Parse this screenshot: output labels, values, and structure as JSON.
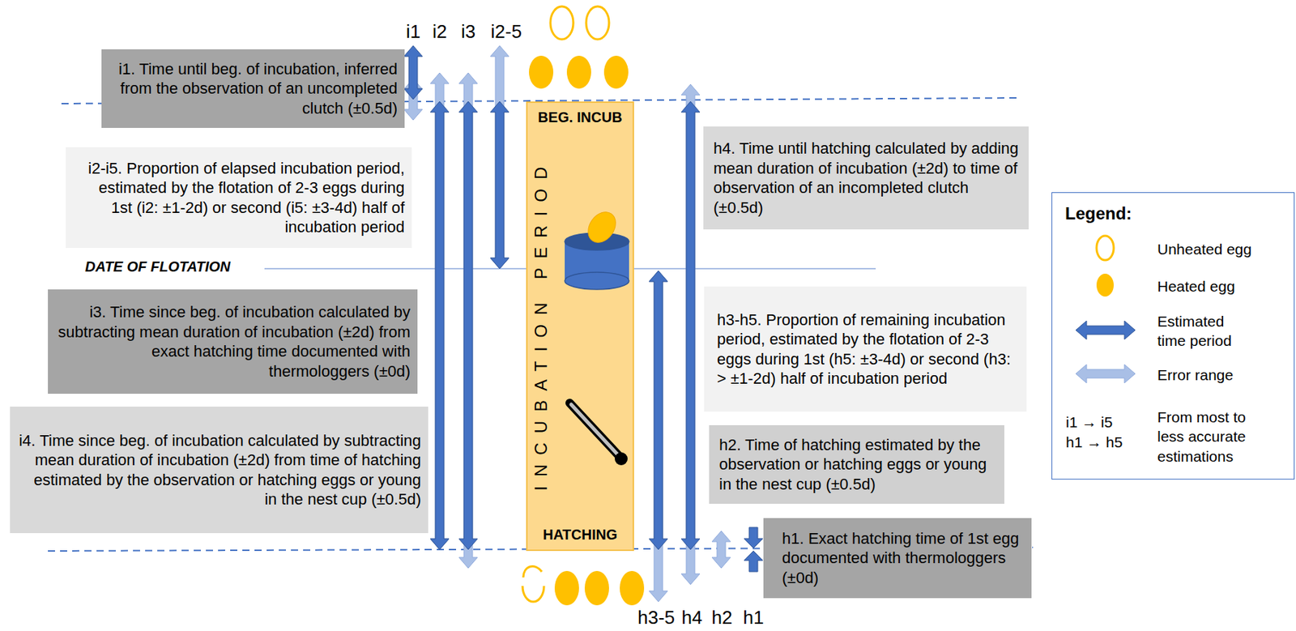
{
  "diagram": {
    "nodes": [
      {
        "text": [
          "i1. Time until beg. of incubation, inferred from the observation of an uncompleted clutch (±0.5d)"
        ]
      },
      {
        "text": [
          "i2-i5. Proportion of elapsed incubation period, estimated by the flotation of 2-3 eggs during 1st (i2: ±1-2d) or second (i5: ±3-4d) half of incubation period"
        ]
      },
      {
        "text": [
          "i3. Time since beg. of incubation calculated by subtracting mean duration of incubation (±2d) from exact hatching time documented with thermologgers (±0d)"
        ]
      },
      {
        "text": [
          "i4. Time since beg. of incubation calculated by subtracting mean duration of incubation (±2d) from time of hatching estimated by the observation or hatching eggs or young in the nest cup (±0.5d)"
        ]
      },
      {
        "text": [
          "BEG. INCUB",
          "INCUBATION PERIOD",
          "HATCHING"
        ]
      },
      {
        "text": [
          "h4. Time until hatching calculated by adding mean duration of incubation (±2d) to time of observation of an incompleted clutch (±0.5d)"
        ]
      },
      {
        "text": [
          "h3-h5. Proportion of remaining incubation period, estimated by the flotation of 2-3 eggs during 1st (h5: ±3-4d) or second (h3: > ±1-2d) half of incubation period"
        ]
      },
      {
        "text": [
          "h2. Time of hatching estimated by the observation or hatching eggs or young in the nest cup (±0.5d)"
        ]
      },
      {
        "text": [
          "h1. Exact hatching time of 1st egg documented with thermologgers (±0d)"
        ]
      },
      {
        "text": [
          "Legend:"
        ]
      }
    ],
    "labels": [
      "i1",
      "i2",
      "i3",
      "i2-5",
      "DATE OF FLOTATION",
      "h3-5",
      "h4",
      "h2",
      "h1",
      "i1 → i5",
      "h1 → h5"
    ],
    "legend": [
      {
        "text": "Unheated egg"
      },
      {
        "text": "Heated egg"
      },
      {
        "text": "Estimated time period"
      },
      {
        "text": "Error range"
      },
      {
        "text": "From most to less accurate estimations"
      }
    ]
  }
}
